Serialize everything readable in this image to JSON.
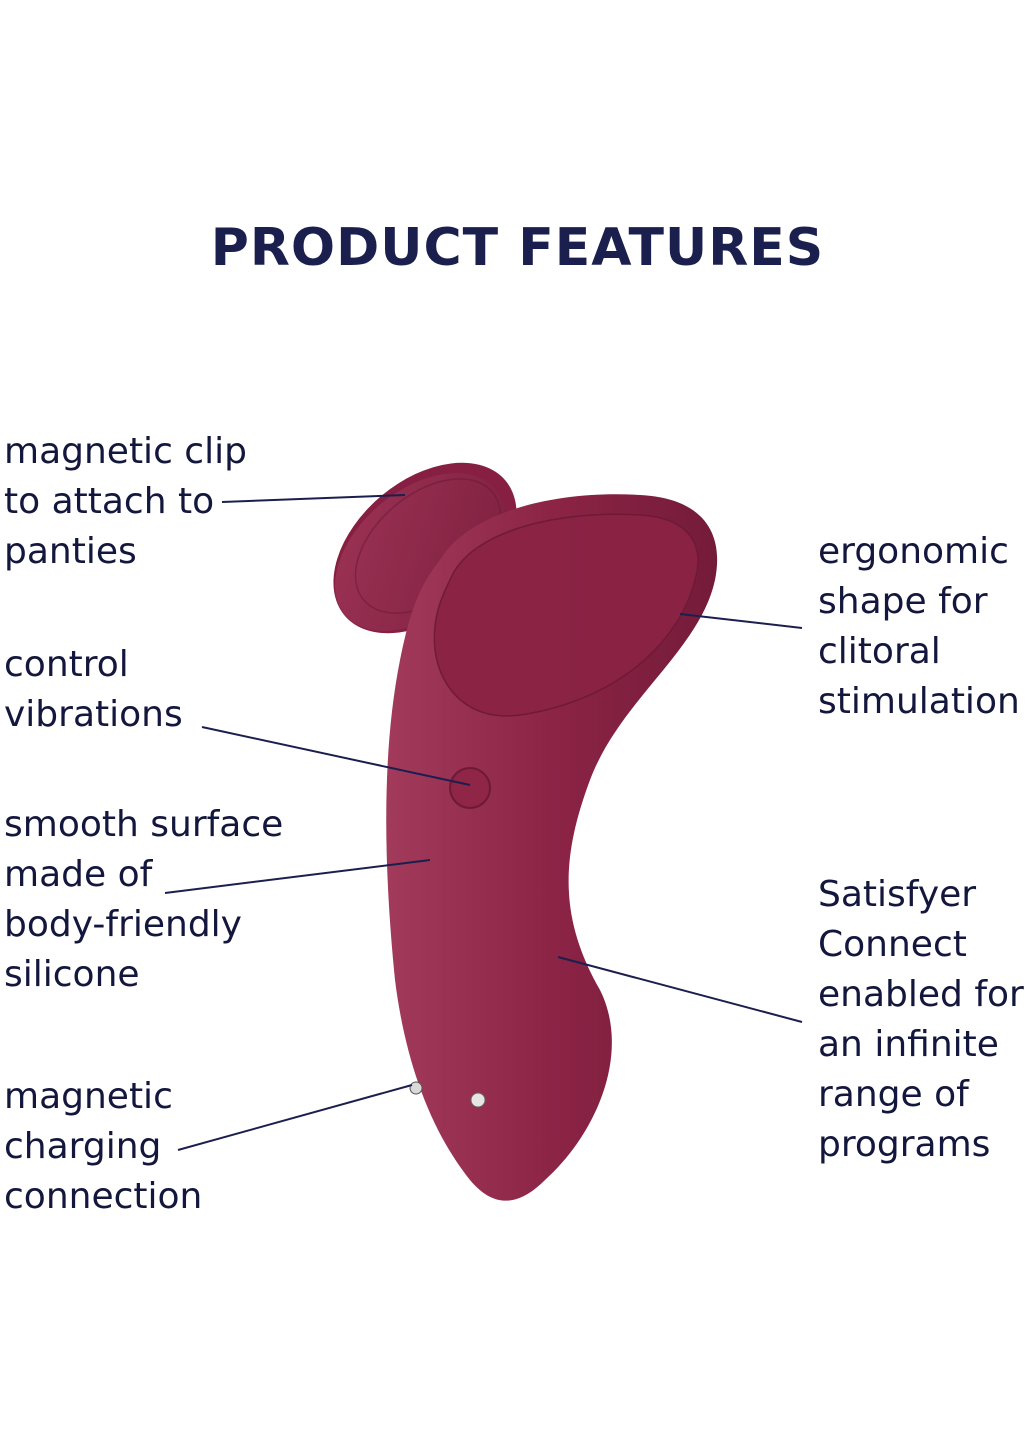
{
  "title": "PRODUCT FEATURES",
  "colors": {
    "title": "#1a1f4e",
    "text": "#14173d",
    "product": "#8f2547",
    "product_dark": "#6e1a36",
    "product_light": "#a83a5c",
    "leader_line": "#1a1f4e",
    "background": "#ffffff"
  },
  "features_left": [
    {
      "lines": [
        "magnetic clip",
        "to attach to",
        "panties"
      ]
    },
    {
      "lines": [
        "control",
        "vibrations"
      ]
    },
    {
      "lines": [
        "smooth surface",
        "made of",
        "body-friendly",
        "silicone"
      ]
    },
    {
      "lines": [
        "magnetic",
        "charging",
        "connection"
      ]
    }
  ],
  "features_right": [
    {
      "lines": [
        "ergonomic",
        "shape for",
        "clitoral",
        "stimulation"
      ]
    },
    {
      "lines": [
        "Satisfyer",
        "Connect",
        "enabled for",
        "an infinite",
        "range of",
        "programs"
      ]
    }
  ],
  "image": {
    "subject": "wearable-vibrator-product",
    "parts": [
      "magnetic-clip",
      "control-button",
      "body",
      "charging-contacts"
    ]
  }
}
